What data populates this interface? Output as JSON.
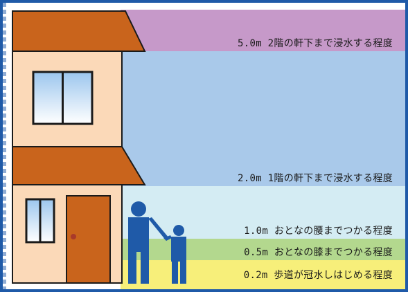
{
  "colors": {
    "level_5_0": "#c699c9",
    "level_2_0": "#a9c9ea",
    "level_1_0": "#d4ecf3",
    "level_0_5": "#b3d88e",
    "level_0_2": "#f7ef7a",
    "roof": "#c9641c",
    "wall": "#fbd9b8",
    "door": "#c9641c",
    "person": "#1f5aa8",
    "frame": "#1f5aa8"
  },
  "levels": [
    {
      "depth": "5.0m",
      "text": "2階の軒下まで浸水する程度"
    },
    {
      "depth": "2.0m",
      "text": "1階の軒下まで浸水する程度"
    },
    {
      "depth": "1.0m",
      "text": "おとなの腰までつかる程度"
    },
    {
      "depth": "0.5m",
      "text": "おとなの膝までつかる程度"
    },
    {
      "depth": "0.2m",
      "text": "歩道が冠水しはじめる程度"
    }
  ]
}
